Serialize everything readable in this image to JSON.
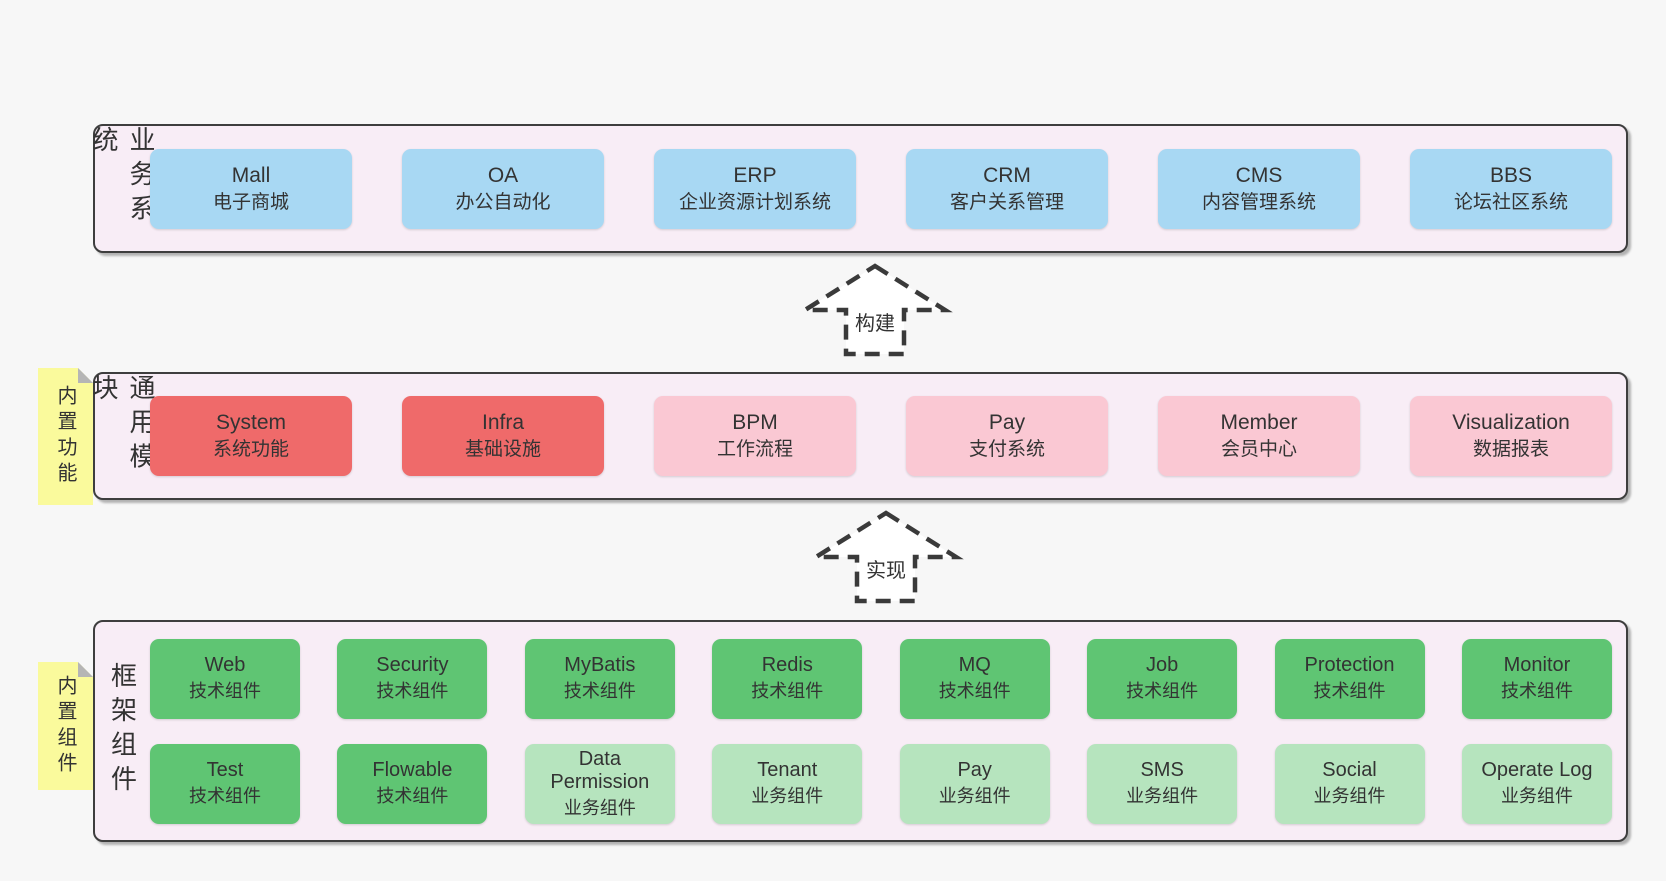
{
  "colors": {
    "page-bg": "#f7f7f7",
    "band-bg": "#f8edf6",
    "band-border": "#3e3e3e",
    "blue": "#a8d8f3",
    "red": "#ef6a6a",
    "pink": "#fac8d3",
    "green-dark": "#5fc573",
    "green-light": "#b6e4be",
    "yellow": "#fafa9c",
    "fold": "#b5b5b5",
    "arrow-stroke": "#3a3a3a",
    "arrow-fill": "#ffffff",
    "text": "#333333"
  },
  "bands": [
    {
      "label": "业务系统",
      "boxes": [
        {
          "en": "Mall",
          "zh": "电子商城",
          "variant": "blue"
        },
        {
          "en": "OA",
          "zh": "办公自动化",
          "variant": "blue"
        },
        {
          "en": "ERP",
          "zh": "企业资源计划系统",
          "variant": "blue"
        },
        {
          "en": "CRM",
          "zh": "客户关系管理",
          "variant": "blue"
        },
        {
          "en": "CMS",
          "zh": "内容管理系统",
          "variant": "blue"
        },
        {
          "en": "BBS",
          "zh": "论坛社区系统",
          "variant": "blue"
        }
      ]
    },
    {
      "label": "通用模块",
      "sticky": "内置功能",
      "boxes": [
        {
          "en": "System",
          "zh": "系统功能",
          "variant": "red"
        },
        {
          "en": "Infra",
          "zh": "基础设施",
          "variant": "red"
        },
        {
          "en": "BPM",
          "zh": "工作流程",
          "variant": "pink"
        },
        {
          "en": "Pay",
          "zh": "支付系统",
          "variant": "pink"
        },
        {
          "en": "Member",
          "zh": "会员中心",
          "variant": "pink"
        },
        {
          "en": "Visualization",
          "zh": "数据报表",
          "variant": "pink"
        }
      ]
    },
    {
      "label": "框架组件",
      "sticky": "内置组件",
      "rows": [
        [
          {
            "en": "Web",
            "zh": "技术组件",
            "variant": "green-dark"
          },
          {
            "en": "Security",
            "zh": "技术组件",
            "variant": "green-dark"
          },
          {
            "en": "MyBatis",
            "zh": "技术组件",
            "variant": "green-dark"
          },
          {
            "en": "Redis",
            "zh": "技术组件",
            "variant": "green-dark"
          },
          {
            "en": "MQ",
            "zh": "技术组件",
            "variant": "green-dark"
          },
          {
            "en": "Job",
            "zh": "技术组件",
            "variant": "green-dark"
          },
          {
            "en": "Protection",
            "zh": "技术组件",
            "variant": "green-dark"
          },
          {
            "en": "Monitor",
            "zh": "技术组件",
            "variant": "green-dark"
          }
        ],
        [
          {
            "en": "Test",
            "zh": "技术组件",
            "variant": "green-dark"
          },
          {
            "en": "Flowable",
            "zh": "技术组件",
            "variant": "green-dark"
          },
          {
            "en": "Data Permission",
            "zh": "业务组件",
            "variant": "green-light"
          },
          {
            "en": "Tenant",
            "zh": "业务组件",
            "variant": "green-light"
          },
          {
            "en": "Pay",
            "zh": "业务组件",
            "variant": "green-light"
          },
          {
            "en": "SMS",
            "zh": "业务组件",
            "variant": "green-light"
          },
          {
            "en": "Social",
            "zh": "业务组件",
            "variant": "green-light"
          },
          {
            "en": "Operate Log",
            "zh": "业务组件",
            "variant": "green-light"
          }
        ]
      ]
    }
  ],
  "arrows": [
    {
      "label": "构建"
    },
    {
      "label": "实现"
    }
  ]
}
